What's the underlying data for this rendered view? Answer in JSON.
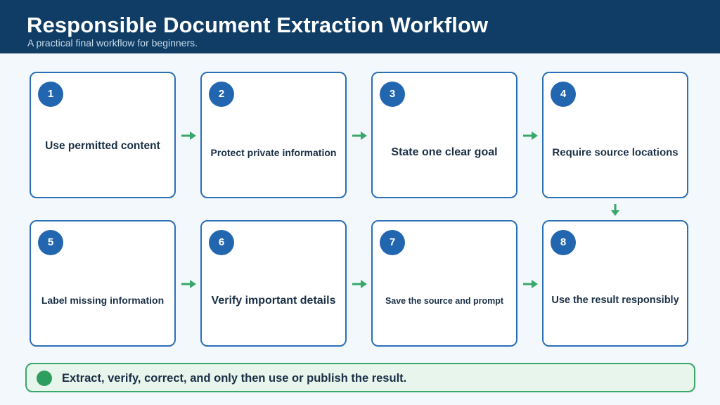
{
  "header": {
    "title": "Responsible Document Extraction Workflow",
    "subtitle": "A practical final workflow for beginners."
  },
  "steps": [
    {
      "number": "1",
      "label": "Use permitted content"
    },
    {
      "number": "2",
      "label": "Protect private information"
    },
    {
      "number": "3",
      "label": "State one clear goal"
    },
    {
      "number": "4",
      "label": "Require source locations"
    },
    {
      "number": "5",
      "label": "Label missing information"
    },
    {
      "number": "6",
      "label": "Verify important details"
    },
    {
      "number": "7",
      "label": "Save the source and prompt"
    },
    {
      "number": "8",
      "label": "Use the result responsibly"
    }
  ],
  "footer": {
    "text": "Extract, verify, correct, and only then use or publish the result.",
    "icon": "check-icon"
  },
  "colors": {
    "header_bg": "#0f3d66",
    "step_border": "#2b6fb5",
    "badge_bg": "#2366b0",
    "arrow": "#3aa76b",
    "footer_border": "#3aa76b",
    "footer_bg": "#e8f5ec"
  }
}
